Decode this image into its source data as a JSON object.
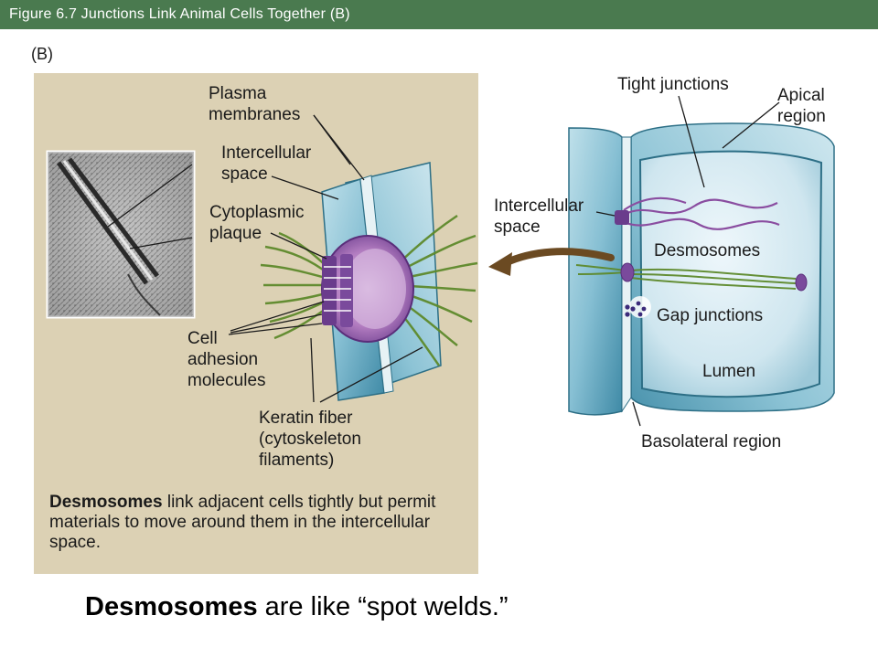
{
  "header": {
    "title": "Figure 6.7  Junctions Link Animal Cells Together (B)"
  },
  "panel": {
    "letter": "(B)"
  },
  "left_labels": {
    "plasma_membranes": [
      "Plasma",
      "membranes"
    ],
    "intercellular_space": [
      "Intercellular",
      "space"
    ],
    "cytoplasmic_plaque": [
      "Cytoplasmic",
      "plaque"
    ],
    "cell_adhesion": [
      "Cell",
      "adhesion",
      "molecules"
    ],
    "keratin_fiber": [
      "Keratin fiber",
      "(cytoskeleton",
      "filaments)"
    ]
  },
  "right_labels": {
    "tight_junctions": "Tight junctions",
    "apical_region": [
      "Apical",
      "region"
    ],
    "intercellular_space": [
      "Intercellular",
      "space"
    ],
    "desmosomes": "Desmosomes",
    "gap_junctions": "Gap junctions",
    "lumen": "Lumen",
    "basolateral_region": "Basolateral region"
  },
  "caption": {
    "bold": "Desmosomes",
    "rest": " link adjacent cells tightly but permit materials to move around them in the intercellular space."
  },
  "footer": {
    "bold": "Desmosomes",
    "rest": " are like “spot welds.”"
  },
  "colors": {
    "title_bar": "#4a7a4f",
    "panel_bg": "#dcd1b4",
    "cell_blue": "#7fb6cc",
    "plaque_purple": "#6a3c8c",
    "keratin_green": "#5e8a2c",
    "arrow_brown": "#6b4a22"
  }
}
